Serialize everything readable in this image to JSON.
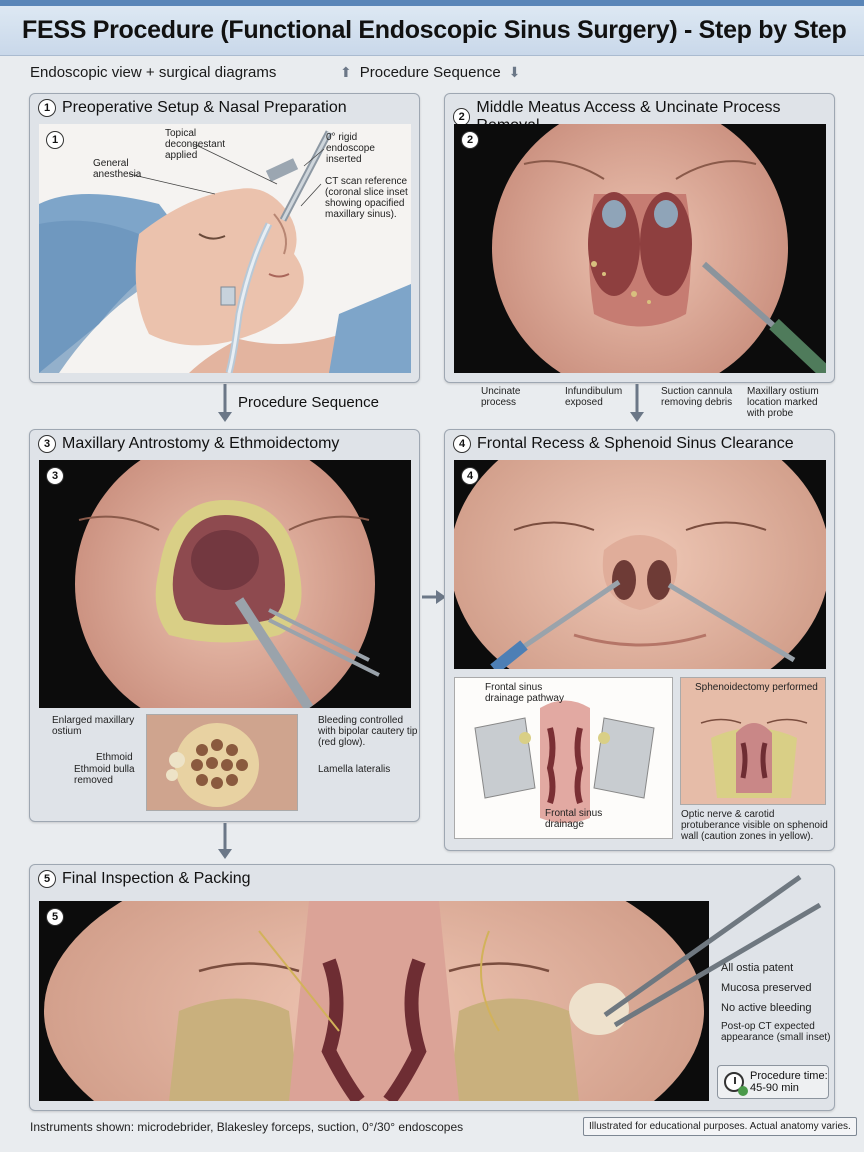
{
  "title": "FESS Procedure (Functional Endoscopic Sinus Surgery) - Step by Step",
  "subtitle_left": "Endoscopic view + surgical diagrams",
  "subtitle_mid": "Procedure Sequence",
  "sequence_label": "Procedure Sequence",
  "steps": [
    {
      "num": "1",
      "title": "Preoperative Setup & Nasal Preparation",
      "labels": {
        "decongestant": "Topical decongestant applied",
        "endoscope": "0° rigid endoscope inserted",
        "anesthesia": "General anesthesia",
        "ct": "CT scan reference (coronal slice inset showing opacified maxillary sinus)."
      }
    },
    {
      "num": "2",
      "title": "Middle Meatus Access & Uncinate Process Removal",
      "labels": {
        "uncinate": "Uncinate process",
        "infundibulum": "Infundibulum exposed",
        "suction": "Suction cannula removing debris",
        "ostium": "Maxillary ostium location marked with probe"
      }
    },
    {
      "num": "3",
      "title": "Maxillary Antrostomy & Ethmoidectomy",
      "labels": {
        "enlarged": "Enlarged maxillary ostium",
        "bleeding": "Bleeding controlled with bipolar cautery tip (red glow).",
        "ethmoid": "Ethmoid",
        "bulla": "Ethmoid bulla removed",
        "lamella": "Lamella lateralis"
      }
    },
    {
      "num": "4",
      "title": "Frontal Recess & Sphenoid Sinus Clearance",
      "labels": {
        "frontal_pathway": "Frontal sinus drainage pathway",
        "frontal_drainage": "Frontal sinus drainage",
        "sphenoidectomy": "Sphenoidectomy performed",
        "optic": "Optic nerve & carotid protuberance visible on sphenoid wall (caution zones in yellow)."
      }
    },
    {
      "num": "5",
      "title": "Final Inspection & Packing",
      "labels": {
        "ostia": "All ostia patent",
        "mucosa": "Mucosa preserved",
        "no_bleeding": "No active bleeding",
        "postop": "Post-op CT expected appearance (small inset)"
      }
    }
  ],
  "time": {
    "label": "Procedure time:",
    "value": "45-90 min"
  },
  "footer_left": "Instruments shown: microdebrider, Blakesley forceps, suction, 0°/30° endoscopes",
  "footer_right": "Illustrated for educational purposes. Actual anatomy varies.",
  "colors": {
    "header_bg": "#d3e0ee",
    "panel_bg": "#dfe3e8",
    "skin": "#e8b9a6",
    "mucosa": "#c97d7a",
    "drape": "#7ea5c9",
    "caution_yellow": "#d9cf86"
  }
}
